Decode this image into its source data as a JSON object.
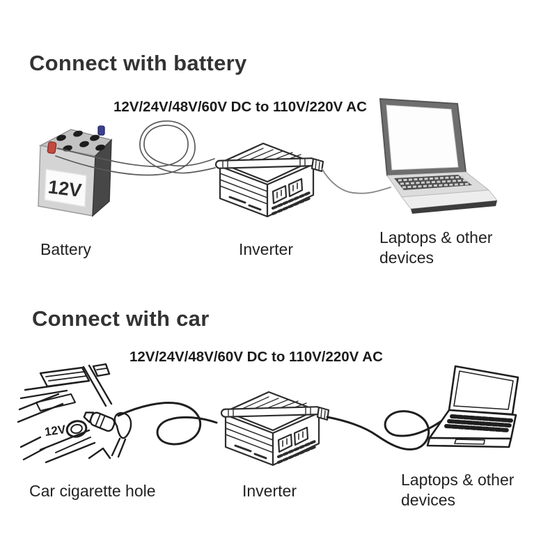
{
  "page": {
    "background": "#ffffff",
    "colors": {
      "ink": "#333333",
      "line_art": "#1f1f1f",
      "wire_gray": "#5a5a5a",
      "battery_positive_red": "#c14b42",
      "battery_negative_blue": "#3c3f92",
      "battery_body_gray": "#d4d4d4"
    }
  },
  "sections": [
    {
      "title": "Connect with battery",
      "conversion": "12V/24V/48V/60V DC to 110V/220V AC",
      "battery_text": "12V",
      "source_label": "Battery",
      "inverter_label": "Inverter",
      "devices_label": "Laptops & other devices"
    },
    {
      "title": "Connect with car",
      "conversion": "12V/24V/48V/60V DC to 110V/220V AC",
      "socket_text": "12V",
      "source_label": "Car cigarette hole",
      "inverter_label": "Inverter",
      "devices_label": "Laptops & other devices"
    }
  ]
}
